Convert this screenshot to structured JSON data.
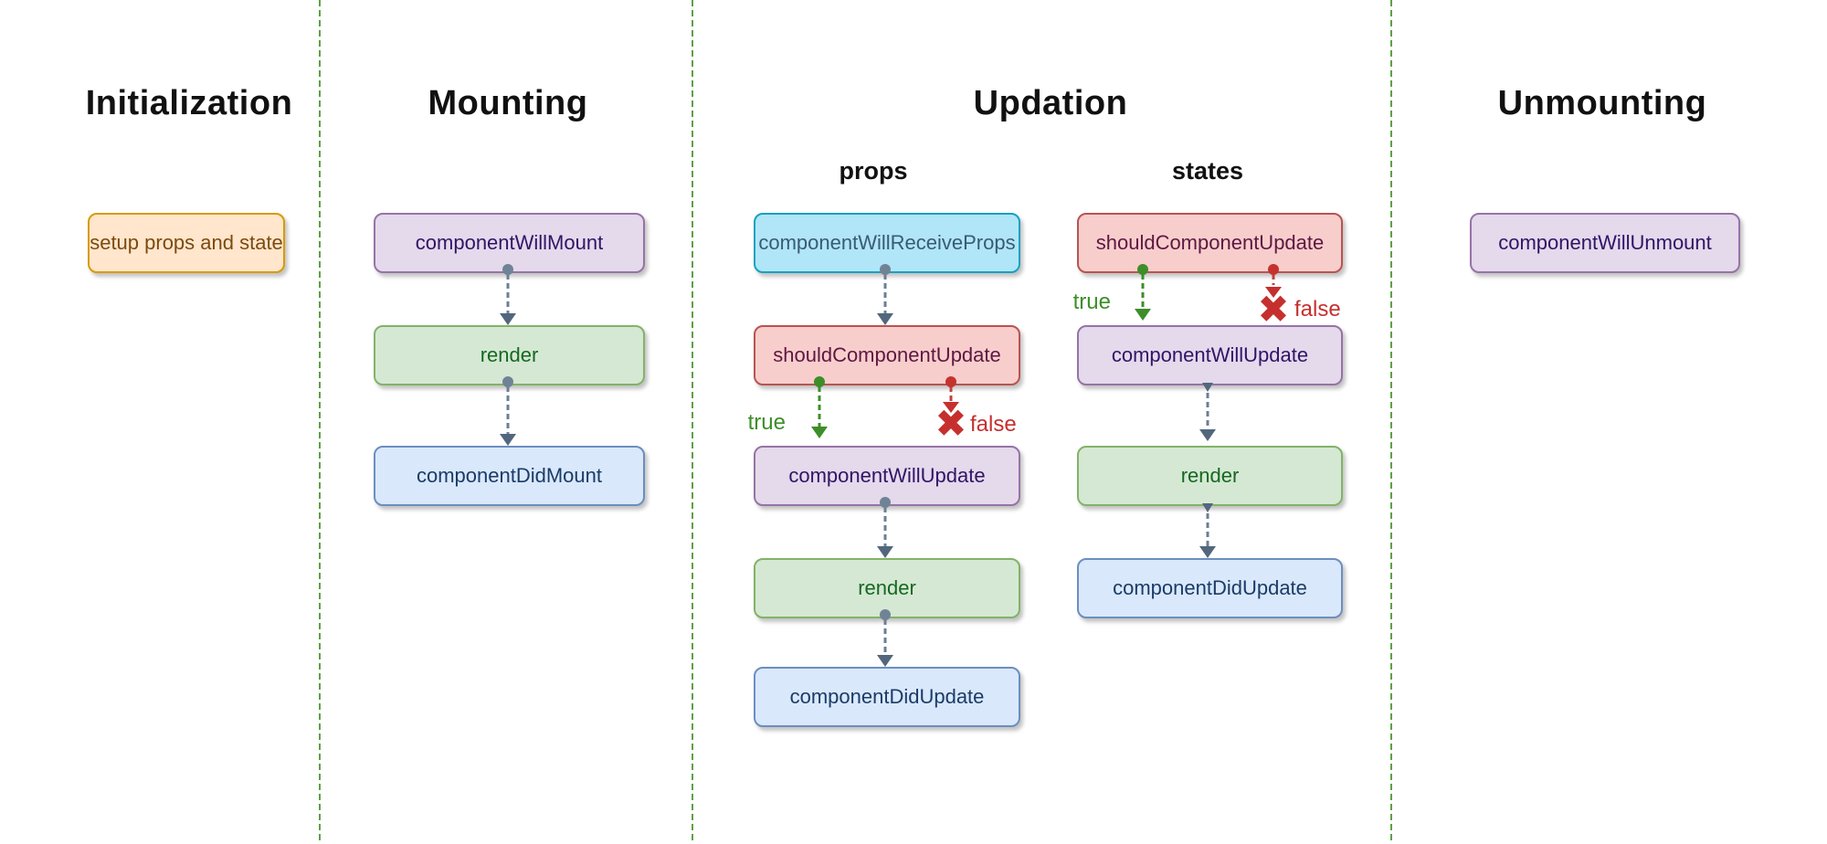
{
  "columns": {
    "initialization": {
      "heading": "Initialization",
      "nodes": [
        {
          "label": "setup props and state",
          "color": "orange"
        }
      ]
    },
    "mounting": {
      "heading": "Mounting",
      "nodes": [
        {
          "label": "componentWillMount",
          "color": "purple"
        },
        {
          "label": "render",
          "color": "green"
        },
        {
          "label": "componentDidMount",
          "color": "blue"
        }
      ]
    },
    "updation": {
      "heading": "Updation",
      "props": {
        "heading": "props",
        "nodes": [
          {
            "label": "componentWillReceiveProps",
            "color": "cyan"
          },
          {
            "label": "shouldComponentUpdate",
            "color": "red"
          },
          {
            "label": "componentWillUpdate",
            "color": "purple"
          },
          {
            "label": "render",
            "color": "green"
          },
          {
            "label": "componentDidUpdate",
            "color": "blue"
          }
        ],
        "true_label": "true",
        "false_label": "false"
      },
      "states": {
        "heading": "states",
        "nodes": [
          {
            "label": "shouldComponentUpdate",
            "color": "red"
          },
          {
            "label": "componentWillUpdate",
            "color": "purple"
          },
          {
            "label": "render",
            "color": "green"
          },
          {
            "label": "componentDidUpdate",
            "color": "blue"
          }
        ],
        "true_label": "true",
        "false_label": "false"
      }
    },
    "unmounting": {
      "heading": "Unmounting",
      "nodes": [
        {
          "label": "componentWillUnmount",
          "color": "purple"
        }
      ]
    }
  },
  "icons": {
    "false_cross": "✖"
  },
  "colors": {
    "separator_green": "#5FA047",
    "connector_slate": "#6C7F93",
    "connector_dot": "#708396",
    "branch_true_green": "#3D8E28",
    "branch_false_red": "#C5302E",
    "node_orange_fill": "#FFE6CC",
    "node_orange_border": "#D79B00",
    "node_purple_fill": "#E5D9EC",
    "node_purple_border": "#9673A6",
    "node_green_fill": "#D5E8D4",
    "node_green_border": "#82B366",
    "node_blue_fill": "#DAE8FC",
    "node_blue_border": "#6C8EBF",
    "node_red_fill": "#F8CECC",
    "node_red_border": "#B85450",
    "node_cyan_fill": "#B0E6F7",
    "node_cyan_border": "#17A1C0"
  }
}
